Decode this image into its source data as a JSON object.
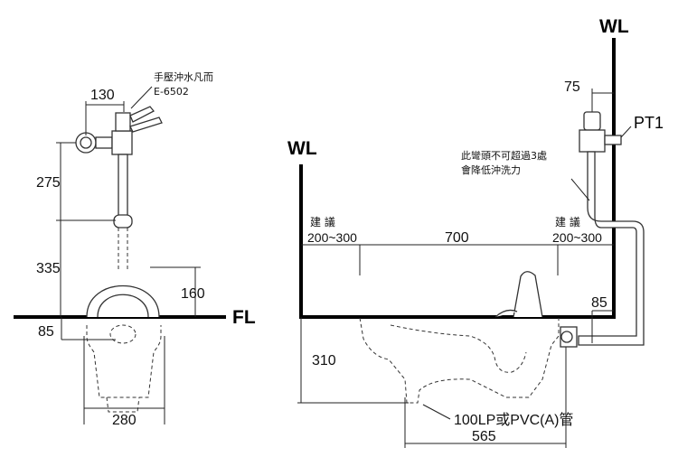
{
  "left_view": {
    "valve_label_line1": "手壓沖水凡而",
    "valve_label_line2": "E-6502",
    "dim_130": "130",
    "dim_275": "275",
    "dim_335": "335",
    "dim_160": "160",
    "dim_85": "85",
    "dim_280": "280",
    "floor_label": "FL"
  },
  "right_view": {
    "wall_label_left": "WL",
    "wall_label_right": "WL",
    "dim_75": "75",
    "pt1_label": "PT1",
    "bend_note_line1": "此彎頭不可超過3處",
    "bend_note_line2": "會降低沖洗力",
    "suggest_left_title": "建 議",
    "suggest_left_range": "200~300",
    "dim_700": "700",
    "suggest_right_title": "建 議",
    "suggest_right_range": "200~300",
    "dim_85": "85",
    "dim_310": "310",
    "pipe_label": "100LP或PVC(A)管",
    "dim_565": "565"
  }
}
